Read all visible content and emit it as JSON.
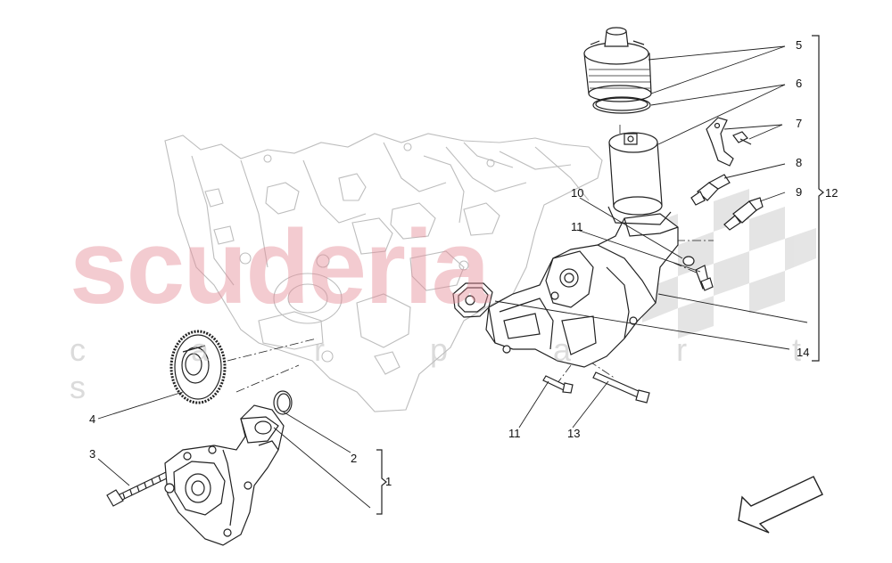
{
  "watermark": {
    "brand": "scuderia",
    "sub": "c a r p a r t s"
  },
  "callouts": [
    {
      "id": "1",
      "text": "1"
    },
    {
      "id": "2",
      "text": "2"
    },
    {
      "id": "3",
      "text": "3"
    },
    {
      "id": "4",
      "text": "4"
    },
    {
      "id": "5",
      "text": "5"
    },
    {
      "id": "6",
      "text": "6"
    },
    {
      "id": "7",
      "text": "7"
    },
    {
      "id": "8",
      "text": "8"
    },
    {
      "id": "9",
      "text": "9"
    },
    {
      "id": "10",
      "text": "10"
    },
    {
      "id": "11a",
      "text": "11"
    },
    {
      "id": "11b",
      "text": "11"
    },
    {
      "id": "12",
      "text": "12"
    },
    {
      "id": "13",
      "text": "13"
    },
    {
      "id": "14",
      "text": "14"
    }
  ],
  "colors": {
    "line": "#222222",
    "engine_faint": "#bdbdbd",
    "watermark_red": "#e48c96",
    "watermark_grey": "#bebebe"
  },
  "icons": {
    "direction_arrow": "outline-arrow-icon",
    "checker_flag": "checkered-flag-icon"
  }
}
